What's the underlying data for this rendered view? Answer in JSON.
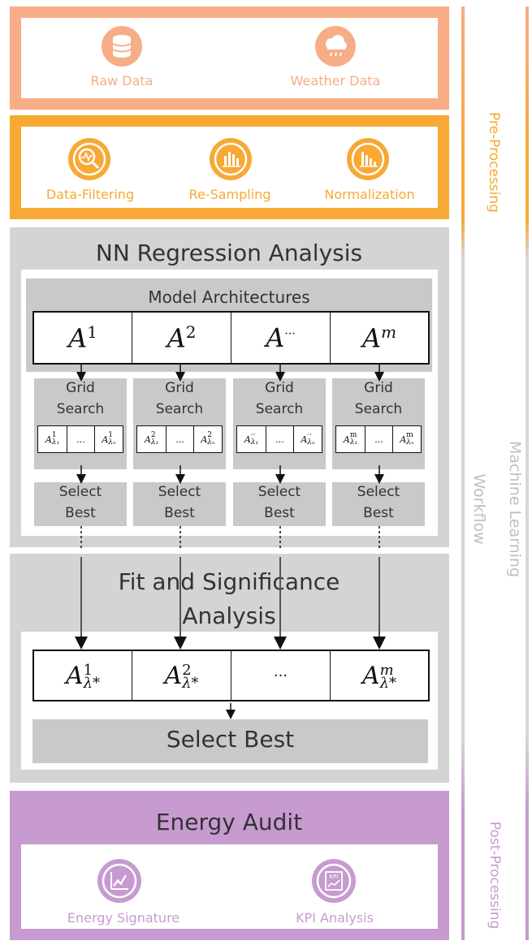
{
  "colors": {
    "orange_light": "#f7ad86",
    "orange": "#f7a934",
    "purple": "#c79bcf",
    "grey_panel": "#d4d4d4",
    "grey_box": "#c9c9c9",
    "grey_line": "#d0d0d0"
  },
  "raw_section": {
    "items": [
      {
        "label": "Raw Data",
        "icon": "database-icon"
      },
      {
        "label": "Weather Data",
        "icon": "cloud-rain-icon"
      }
    ]
  },
  "preproc_section": {
    "items": [
      {
        "label": "Data-Filtering",
        "icon": "magnifier-chart-icon"
      },
      {
        "label": "Re-Sampling",
        "icon": "bar-chart-icon"
      },
      {
        "label": "Normalization",
        "icon": "descending-bars-icon"
      }
    ]
  },
  "nn_section": {
    "title": "NN Regression Analysis",
    "architectures_title": "Model Architectures",
    "architectures": [
      {
        "base": "A",
        "sup": "1"
      },
      {
        "base": "A",
        "sup": "2"
      },
      {
        "base": "A",
        "sup": "···"
      },
      {
        "base": "A",
        "sup": "m"
      }
    ],
    "grid_search_label": "Grid\nSearch",
    "grid_line1": "Grid",
    "grid_line2": "Search",
    "select_line1": "Select",
    "select_line2": "Best",
    "ellipsis": "...",
    "grids": [
      {
        "sup": "1",
        "sub_first": "λ₁",
        "sub_last": "λₙ"
      },
      {
        "sup": "2",
        "sub_first": "λ₁",
        "sub_last": "λₙ"
      },
      {
        "sup": "··",
        "sub_first": "λ₁",
        "sub_last": "λₙ"
      },
      {
        "sup": "m",
        "sub_first": "λ₁",
        "sub_last": "λₙ"
      }
    ]
  },
  "fit_section": {
    "title_line1": "Fit and Significance",
    "title_line2": "Analysis",
    "results": [
      {
        "base": "A",
        "sup": "1",
        "sub": "λ*"
      },
      {
        "base": "A",
        "sup": "2",
        "sub": "λ*"
      },
      {
        "text": "···"
      },
      {
        "base": "A",
        "sup": "m",
        "sub": "λ*"
      }
    ],
    "select_best": "Select Best"
  },
  "audit_section": {
    "title": "Energy Audit",
    "items": [
      {
        "label": "Energy Signature",
        "icon": "trend-chart-icon"
      },
      {
        "label": "KPI Analysis",
        "icon": "kpi-icon"
      }
    ]
  },
  "side_labels": {
    "pre": "Pre-Processing",
    "ml_line1": "Machine Learning",
    "ml_line2": "Workflow",
    "post": "Post-Processing"
  }
}
